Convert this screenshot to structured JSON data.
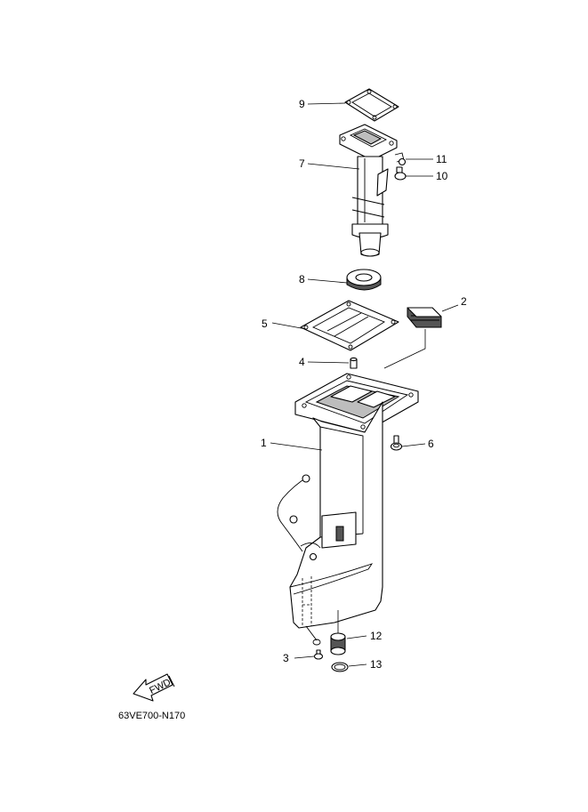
{
  "diagram_code": "63VE700-N170",
  "fwd_label": "FWD",
  "callouts": [
    {
      "id": "callout-1",
      "label": "1"
    },
    {
      "id": "callout-2",
      "label": "2"
    },
    {
      "id": "callout-3",
      "label": "3"
    },
    {
      "id": "callout-4",
      "label": "4"
    },
    {
      "id": "callout-5",
      "label": "5"
    },
    {
      "id": "callout-6",
      "label": "6"
    },
    {
      "id": "callout-7",
      "label": "7"
    },
    {
      "id": "callout-8",
      "label": "8"
    },
    {
      "id": "callout-9",
      "label": "9"
    },
    {
      "id": "callout-10",
      "label": "10"
    },
    {
      "id": "callout-11",
      "label": "11"
    },
    {
      "id": "callout-12",
      "label": "12"
    },
    {
      "id": "callout-13",
      "label": "13"
    }
  ]
}
